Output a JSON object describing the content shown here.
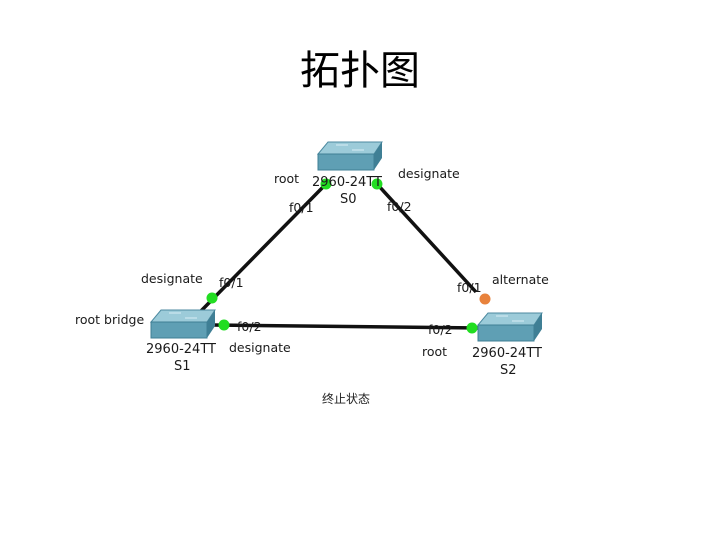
{
  "title": "拓扑图",
  "caption": "终止状态",
  "colors": {
    "link": "#111111",
    "port_forwarding": "#22dd22",
    "port_blocking": "#e8823c",
    "switch_top": "#8fc3d3",
    "switch_front": "#5f9fb4",
    "switch_side": "#3f7f95"
  },
  "switches": [
    {
      "id": "S0",
      "model": "2960-24TT",
      "name": "S0",
      "role_label": ""
    },
    {
      "id": "S1",
      "model": "2960-24TT",
      "name": "S1",
      "role_label": "root bridge"
    },
    {
      "id": "S2",
      "model": "2960-24TT",
      "name": "S2",
      "role_label": ""
    }
  ],
  "ports": [
    {
      "switch": "S0",
      "port": "f0/1",
      "role": "root",
      "state": "forwarding"
    },
    {
      "switch": "S0",
      "port": "f0/2",
      "role": "designate",
      "state": "forwarding"
    },
    {
      "switch": "S1",
      "port": "f0/1",
      "role": "designate",
      "state": "forwarding"
    },
    {
      "switch": "S1",
      "port": "f0/2",
      "role": "designate",
      "state": "forwarding"
    },
    {
      "switch": "S2",
      "port": "f0/1",
      "role": "alternate",
      "state": "blocking"
    },
    {
      "switch": "S2",
      "port": "f0/2",
      "role": "root",
      "state": "forwarding"
    }
  ]
}
